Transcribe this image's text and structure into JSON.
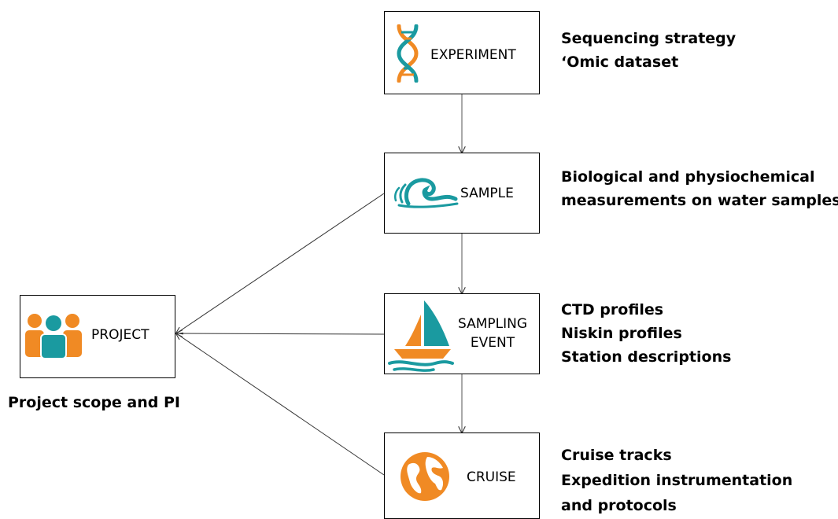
{
  "boxes": {
    "experiment": {
      "label": "EXPERIMENT",
      "icon": "dna-icon"
    },
    "sample": {
      "label": "SAMPLE",
      "icon": "wave-icon"
    },
    "sampling_event": {
      "label_line1": "SAMPLING",
      "label_line2": "EVENT",
      "icon": "sailboat-icon"
    },
    "cruise": {
      "label": "CRUISE",
      "icon": "globe-icon"
    },
    "project": {
      "label": "PROJECT",
      "icon": "people-icon"
    }
  },
  "descriptions": {
    "experiment": [
      "Sequencing strategy",
      "‘Omic dataset"
    ],
    "sample": [
      "Biological and physiochemical",
      "measurements on water samples"
    ],
    "sampling_event": [
      "CTD profiles",
      "Niskin profiles",
      "Station descriptions"
    ],
    "cruise": [
      "Cruise tracks",
      "Expedition instrumentation",
      "and protocols"
    ],
    "project": "Project scope and PI"
  },
  "colors": {
    "orange": "#f08a24",
    "teal": "#1a9aa0",
    "border": "#000000"
  }
}
